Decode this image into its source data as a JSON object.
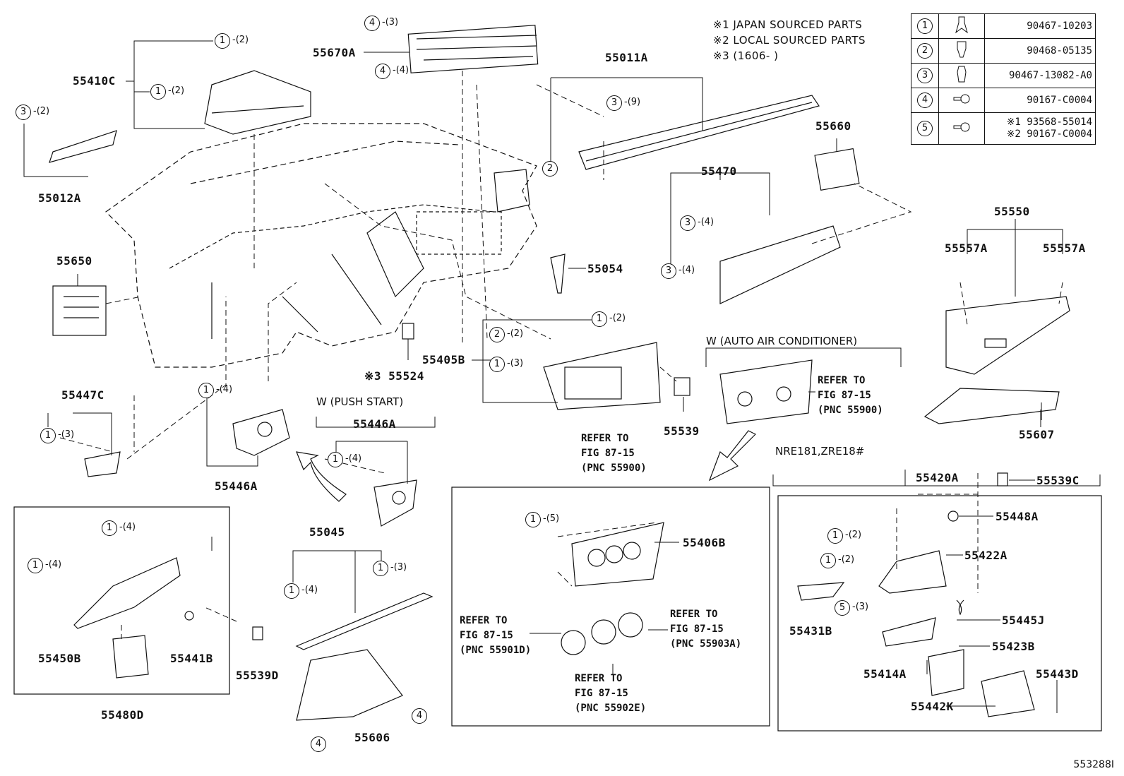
{
  "notes": {
    "line1": "※1  JAPAN SOURCED PARTS",
    "line2": "※2  LOCAL SOURCED PARTS",
    "line3": "※3 (1606-       )"
  },
  "legend": [
    {
      "num": "1",
      "icon": "clip-icon",
      "part": "90467-10203"
    },
    {
      "num": "2",
      "icon": "clip-icon",
      "part": "90468-05135"
    },
    {
      "num": "3",
      "icon": "clip-icon",
      "part": "90467-13082-A0"
    },
    {
      "num": "4",
      "icon": "screw-icon",
      "part": "90167-C0004"
    },
    {
      "num": "5",
      "icon": "screw-icon",
      "part_a": "※1 93568-55014",
      "part_b": "※2 90167-C0004"
    }
  ],
  "parts": {
    "p55410C": "55410C",
    "p55012A": "55012A",
    "p55670A": "55670A",
    "p55011A": "55011A",
    "p55660": "55660",
    "p55470": "55470",
    "p55550": "55550",
    "p55557A_l": "55557A",
    "p55557A_r": "55557A",
    "p55650": "55650",
    "p55054": "55054",
    "p55524": "※3 55524",
    "p55405B": "55405B",
    "p55539": "55539",
    "p55607": "55607",
    "p55447C": "55447C",
    "p55446A_a": "55446A",
    "p55446A_b": "55446A",
    "p55045": "55045",
    "p55406B": "55406B",
    "p55420A": "55420A",
    "p55539C": "55539C",
    "p55448A": "55448A",
    "p55422A": "55422A",
    "p55431B": "55431B",
    "p55445J": "55445J",
    "p55423B": "55423B",
    "p55414A": "55414A",
    "p55443D": "55443D",
    "p55442K": "55442K",
    "p55450B": "55450B",
    "p55441B": "55441B",
    "p55480D": "55480D",
    "p55539D": "55539D",
    "p55606": "55606"
  },
  "groups": {
    "auto_air": "W (AUTO AIR CONDITIONER)",
    "push_start": "W (PUSH  START)",
    "nre": "NRE181,ZRE18#"
  },
  "refs": {
    "ref_a": "REFER TO\nFIG 87-15\n(PNC 55900)",
    "ref_b": "REFER TO\nFIG 87-15\n(PNC 55900)",
    "ref_c": "REFER TO\nFIG 87-15\n(PNC 55901D)",
    "ref_d": "REFER TO\nFIG 87-15\n(PNC 55903A)",
    "ref_e": "REFER TO\nFIG 87-15\n(PNC 55902E)"
  },
  "callouts": {
    "c01": {
      "n": "1",
      "q": "-(2)"
    },
    "c02": {
      "n": "1",
      "q": "-(2)"
    },
    "c03": {
      "n": "3",
      "q": "-(2)"
    },
    "c04": {
      "n": "4",
      "q": "-(3)"
    },
    "c05": {
      "n": "4",
      "q": "-(4)"
    },
    "c06": {
      "n": "3",
      "q": "-(9)"
    },
    "c07": {
      "n": "2",
      "q": ""
    },
    "c08": {
      "n": "3",
      "q": "-(4)"
    },
    "c09": {
      "n": "3",
      "q": "-(4)"
    },
    "c10": {
      "n": "1",
      "q": "-(2)"
    },
    "c11": {
      "n": "2",
      "q": "-(2)"
    },
    "c12": {
      "n": "1",
      "q": "-(3)"
    },
    "c13": {
      "n": "1",
      "q": "-(4)"
    },
    "c14": {
      "n": "1",
      "q": "-(3)"
    },
    "c15": {
      "n": "1",
      "q": "-(4)"
    },
    "c16": {
      "n": "1",
      "q": "-(4)"
    },
    "c17": {
      "n": "1",
      "q": "-(4)"
    },
    "c18": {
      "n": "1",
      "q": "-(4)"
    },
    "c19": {
      "n": "1",
      "q": "-(3)"
    },
    "c20": {
      "n": "1",
      "q": "-(5)"
    },
    "c21": {
      "n": "1",
      "q": "-(2)"
    },
    "c22": {
      "n": "1",
      "q": "-(2)"
    },
    "c23": {
      "n": "5",
      "q": "-(3)"
    },
    "c24": {
      "n": "4",
      "q": ""
    },
    "c25": {
      "n": "4",
      "q": ""
    }
  },
  "figure_id": "553288I"
}
